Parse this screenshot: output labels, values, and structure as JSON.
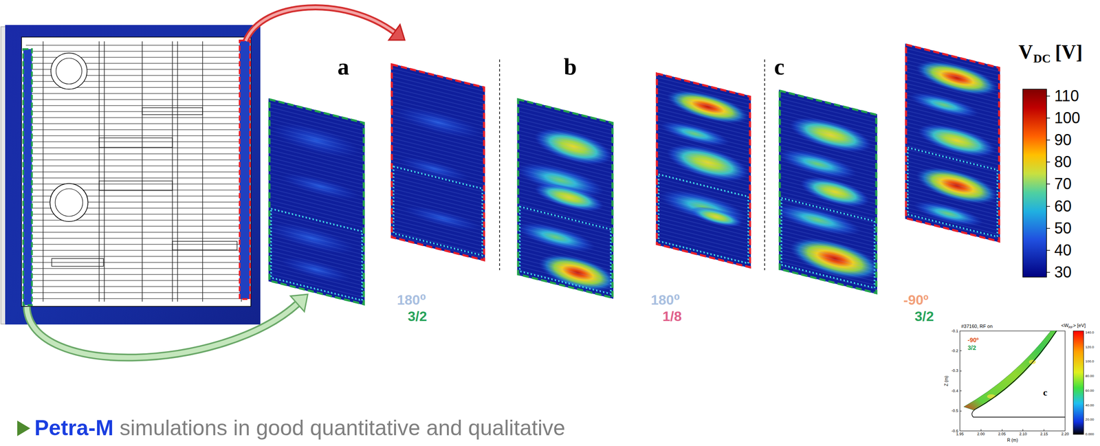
{
  "diagram": {
    "labels": [
      "a",
      "b",
      "c",
      "V",
      "DC",
      "[V]",
      "110",
      "100",
      "90",
      "80",
      "70",
      "60",
      "50",
      "40",
      "30",
      "180⁰",
      "3/2",
      "180⁰",
      "1/8",
      "-90º",
      "3/2",
      "Petra-M",
      "simulations in good quantitative and qualitative",
      "#37160, RF on",
      "-90º",
      "3/2",
      "c",
      "Z (m)",
      "R (m)",
      "-0.1",
      "-0.2",
      "-0.3",
      "-0.4",
      "-0.5",
      "-0.6",
      "1.95",
      "2.00",
      "2.05",
      "2.10",
      "2.15",
      "2.20",
      "<W",
      "RF",
      "> [eV]",
      "140.0",
      "120.0",
      "100.0",
      "80.00",
      "60.00",
      "40.00",
      "20.00",
      "0.000"
    ]
  }
}
